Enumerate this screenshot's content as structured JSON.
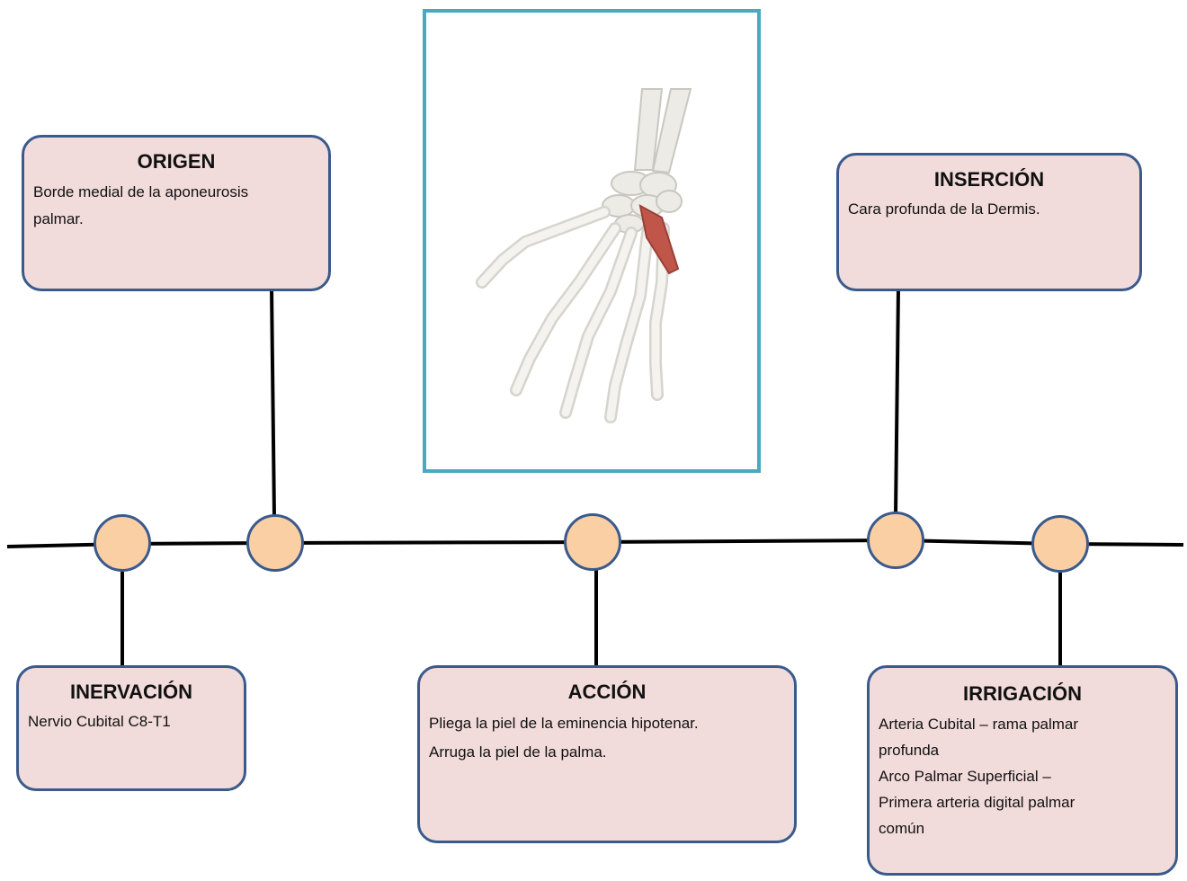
{
  "origen": {
    "title": "ORIGEN",
    "lines": [
      "Borde medial de la aponeurosis",
      "palmar."
    ]
  },
  "insercion": {
    "title": "INSERCIÓN",
    "lines": [
      "Cara profunda de la Dermis."
    ]
  },
  "inervacion": {
    "title": "INERVACIÓN",
    "lines": [
      "Nervio Cubital C8-T1"
    ]
  },
  "accion": {
    "title": "ACCIÓN",
    "lines": [
      "Pliega la piel de la eminencia hipotenar.",
      "Arruga la piel de la palma."
    ]
  },
  "irrigacion": {
    "title": "IRRIGACIÓN",
    "lines": [
      "Arteria Cubital – rama palmar",
      "profunda",
      "Arco Palmar Superficial –",
      "Primera arteria digital palmar",
      "común"
    ]
  },
  "colors": {
    "box_fill": "#f2dcdb",
    "box_border": "#3a5a8c",
    "node_fill": "#fbcfa4",
    "image_border": "#4aa9be",
    "muscle": "#c0564a"
  },
  "image": {
    "description_icon": "hand-skeleton-palmaris-brevis-illustration"
  }
}
